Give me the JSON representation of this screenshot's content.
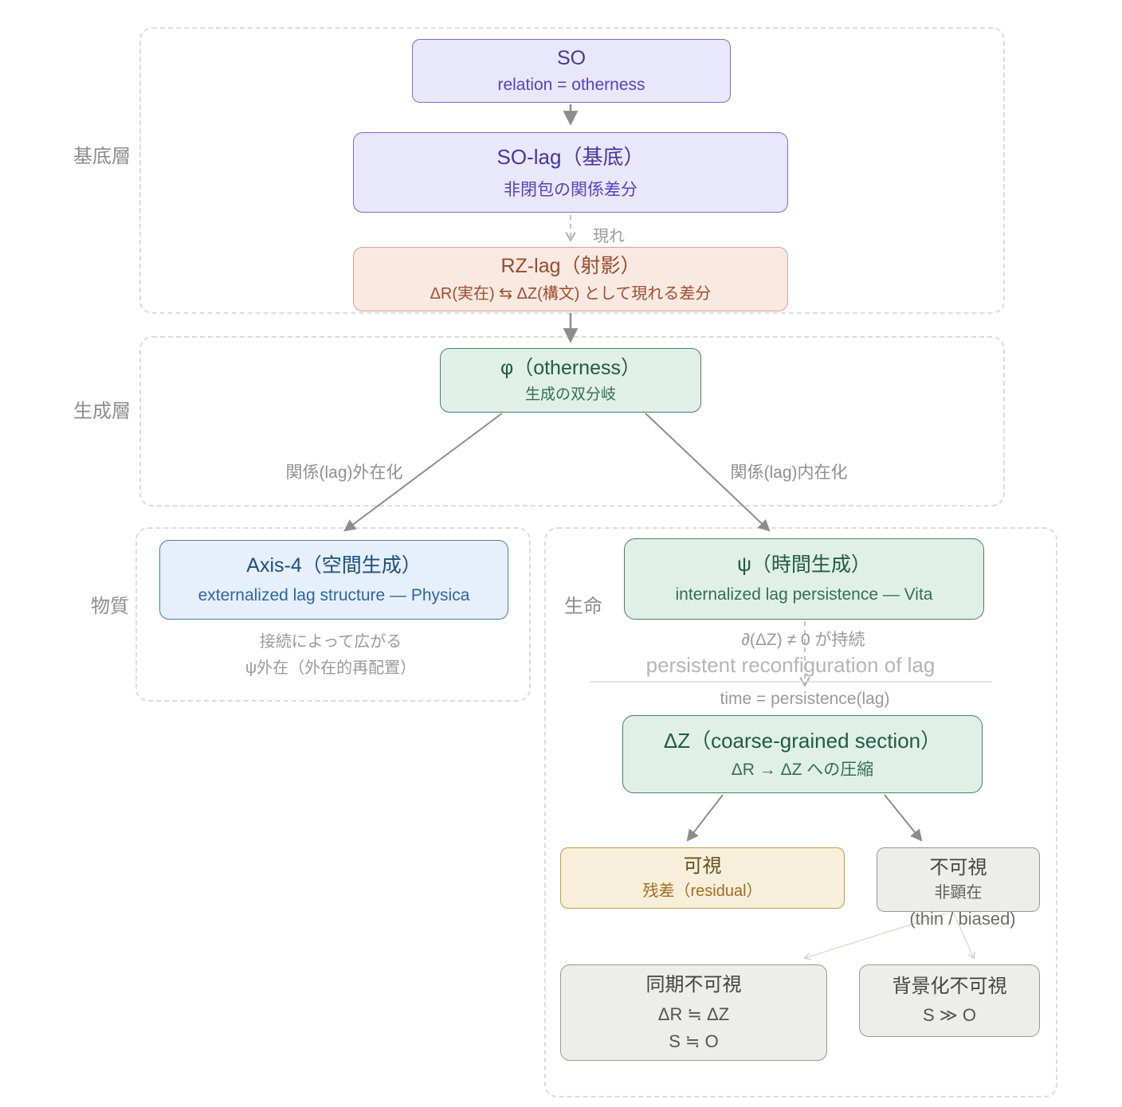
{
  "diagram": {
    "layers": {
      "base": "基底層",
      "generation": "生成層",
      "matter": "物質",
      "life": "生命"
    },
    "nodes": {
      "so": {
        "title": "SO",
        "subtitle": "relation = otherness"
      },
      "so_lag": {
        "title": "SO-lag（基底）",
        "subtitle": "非閉包の関係差分"
      },
      "rz_lag": {
        "title": "RZ-lag（射影）",
        "subtitle": "ΔR(実在) ⇆ ΔZ(構文) として現れる差分"
      },
      "phi": {
        "title": "φ（otherness）",
        "subtitle": "生成の双分岐"
      },
      "axis4": {
        "title": "Axis-4（空間生成）",
        "subtitle": "externalized lag structure — Physica"
      },
      "psi": {
        "title": "ψ（時間生成）",
        "subtitle": "internalized lag persistence — Vita"
      },
      "delta_z": {
        "title": "ΔZ（coarse-grained section）",
        "subtitle": "ΔR → ΔZ への圧縮"
      },
      "visible": {
        "title": "可視",
        "subtitle": "残差（residual）"
      },
      "invisible": {
        "title": "不可視",
        "subtitle": "非顕在",
        "note": "(thin / biased)"
      },
      "sync_invisible": {
        "title": "同期不可視",
        "formula1": "ΔR ≒ ΔZ",
        "formula2": "S ≒ O"
      },
      "backgrounded_invisible": {
        "title": "背景化不可視",
        "formula1": "S ≫ O"
      }
    },
    "edge_labels": {
      "appear": "現れ",
      "externalize": "関係(lag)外在化",
      "internalize": "関係(lag)内在化",
      "persistence_condition": "∂(ΔZ) ≠ 0 が持続",
      "persistent_reconfiguration": "persistent reconfiguration of lag",
      "time_equation": "time = persistence(lag)"
    },
    "annotations": {
      "expand_by_connection": "接続によって広がる",
      "psi_external": "ψ外在（外在的再配置）"
    },
    "colors": {
      "purple_fill": "#e9e7fb",
      "purple_border": "#786cd4",
      "purple_text": "#43389f",
      "rust_fill": "#f9e9e1",
      "rust_border": "#d2a28d",
      "rust_text": "#9a4a2e",
      "green_fill": "#e0f0e8",
      "green_border": "#47815f",
      "green_text": "#215c41",
      "blue_fill": "#e6effa",
      "blue_border": "#4a79b2",
      "blue_text": "#1b4f80",
      "tan_fill": "#f8efda",
      "tan_border": "#bf9f48",
      "tan_text": "#64521c",
      "gray_fill": "#ededea",
      "gray_border": "#9a9a90",
      "gray_text": "#444440",
      "arrow": "#8d8d8d",
      "muted_text": "#9a9a9a",
      "container_border": "#dcdcdc"
    }
  }
}
